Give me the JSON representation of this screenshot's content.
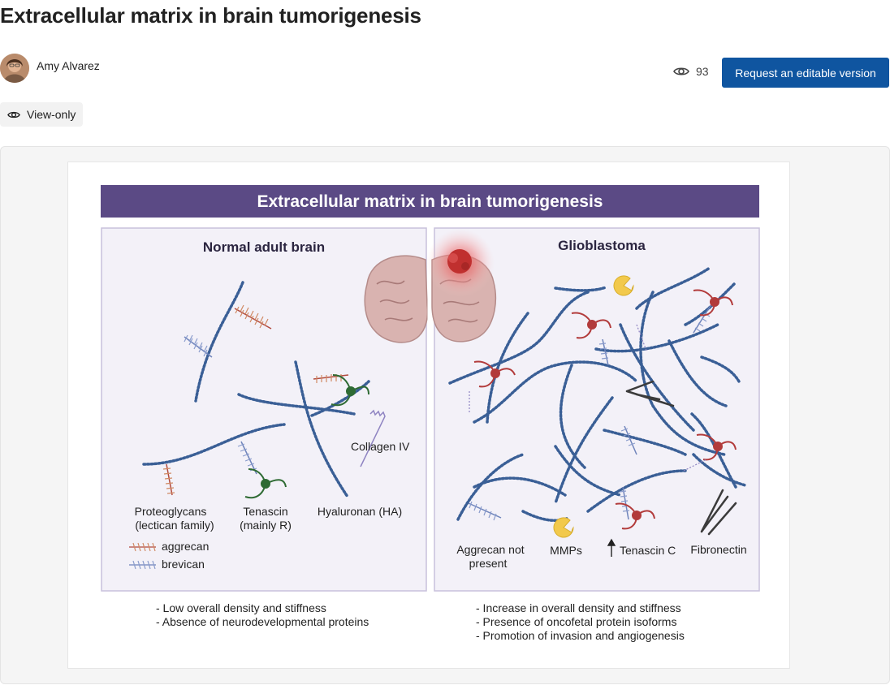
{
  "page": {
    "title": "Extracellular matrix in brain tumorigenesis"
  },
  "author": {
    "name": "Amy Alvarez"
  },
  "stats": {
    "views": "93",
    "views_icon": "eye-icon"
  },
  "actions": {
    "request_editable_label": "Request an editable version",
    "request_button_color": "#0f55a0"
  },
  "access": {
    "label": "View-only",
    "icon": "eye-icon"
  },
  "figure": {
    "banner_title": "Extracellular matrix in brain tumorigenesis",
    "banner_color": "#5b4a85",
    "left_panel": {
      "title": "Normal adult brain",
      "labels": {
        "proteoglycans_1": "Proteoglycans",
        "proteoglycans_2": "(lectican family)",
        "tenascin_1": "Tenascin",
        "tenascin_2": "(mainly R)",
        "hyaluronan": "Hyaluronan (HA)",
        "collagen": "Collagen IV"
      },
      "legend": {
        "aggrecan": "aggrecan",
        "brevican": "brevican"
      },
      "bullets": [
        "- Low overall density and stiffness",
        "- Absence of neurodevelopmental proteins"
      ]
    },
    "right_panel": {
      "title": "Glioblastoma",
      "labels": {
        "aggrecan_1": "Aggrecan not",
        "aggrecan_2": "present",
        "mmps": "MMPs",
        "tenascin_c": "Tenascin C",
        "fibronectin": "Fibronectin"
      },
      "bullets": [
        "- Increase in overall density and stiffness",
        "- Presence of oncofetal protein isoforms",
        "- Promotion of invasion and angiogenesis"
      ]
    },
    "colors": {
      "panel_bg": "#f3f1f8",
      "panel_border": "#c8c1dc",
      "ha_chain": "#3a5f96",
      "aggrecan": "#d08a64",
      "brevican": "#8a9ccc",
      "tenascin_r": "#2f6b34",
      "tenascin_c": "#b23b3b",
      "mmp": "#f2c94c",
      "fibronectin": "#3b3b3b",
      "collagen": "#8f84c2"
    }
  }
}
